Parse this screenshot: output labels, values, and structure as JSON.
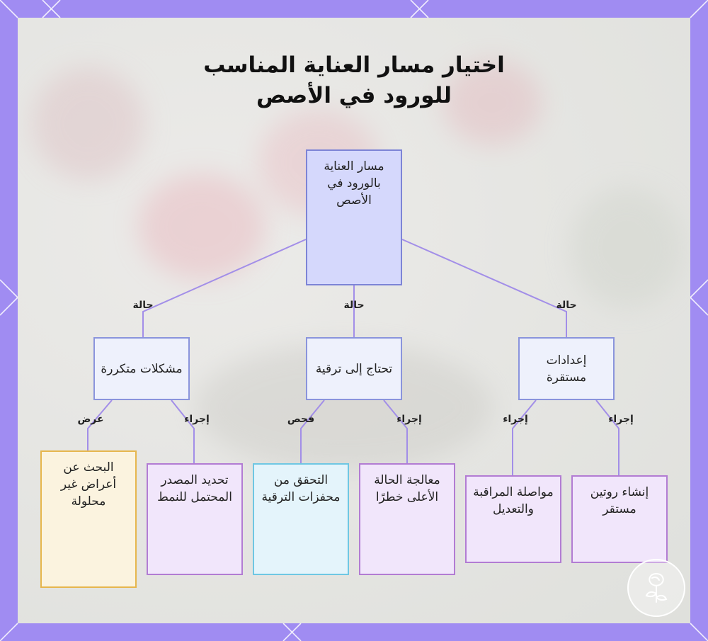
{
  "title": {
    "line1": "اختيار مسار العناية المناسب",
    "line2": "للورود في الأصص"
  },
  "nodes": {
    "root": "مسار العناية بالورود في الأصص",
    "recurring": "مشكلات متكررة",
    "needs_upgrade": "تحتاج إلى ترقية",
    "stable": "إعدادات مستقرة",
    "search_unresolved": "البحث عن أعراض غير محلولة",
    "identify_source": "تحديد المصدر المحتمل للنمط",
    "check_triggers": "التحقق من محفزات الترقية",
    "treat_critical": "معالجة الحالة الأعلى خطرًا",
    "monitor_adjust": "مواصلة المراقبة والتعديل",
    "create_routine": "إنشاء روتين مستقر"
  },
  "edge_labels": {
    "state_left": "حالة",
    "state_middle": "حالة",
    "state_right": "حالة",
    "display": "عرض",
    "action_recurring": "إجراء",
    "inspect": "فحص",
    "action_upgrade": "إجراء",
    "action_stable_left": "إجراء",
    "action_stable_right": "إجراء"
  },
  "colors": {
    "frame": "#a08cf2",
    "edge": "#a28ee8",
    "root_fill": "#d5d8fc",
    "leaf_fill": "#f1e6fb",
    "highlight_yellow": "#e6b64d",
    "highlight_cyan": "#6fc7e3"
  },
  "icons": {
    "corner_logo": "rose-icon"
  }
}
